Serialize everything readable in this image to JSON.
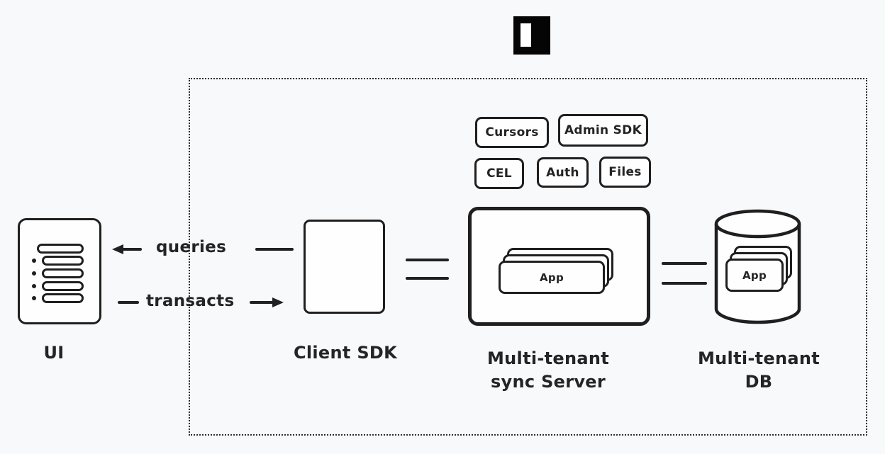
{
  "colors": {
    "background": "#f8f9fb",
    "stroke": "#1f1f1f",
    "fill": "#fffefe",
    "logo": "#050505"
  },
  "logo": {
    "name": "instant-logo"
  },
  "nodes": {
    "ui": {
      "label": "UI"
    },
    "client_sdk": {
      "label": "Client SDK"
    },
    "sync_server": {
      "label_line1": "Multi-tenant",
      "label_line2": "sync Server",
      "app_label": "App"
    },
    "db": {
      "label_line1": "Multi-tenant",
      "label_line2": "DB",
      "app_label": "App"
    }
  },
  "features": [
    {
      "label": "Cursors"
    },
    {
      "label": "Admin SDK"
    },
    {
      "label": "CEL"
    },
    {
      "label": "Auth"
    },
    {
      "label": "Files"
    }
  ],
  "edges": {
    "queries_label": "queries",
    "transacts_label": "transacts"
  }
}
